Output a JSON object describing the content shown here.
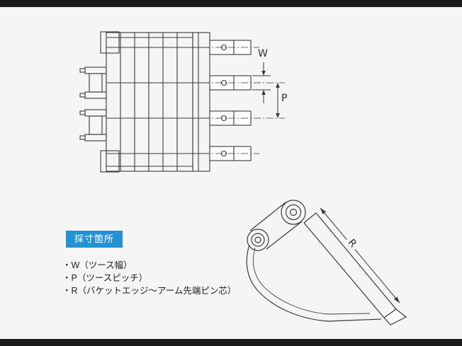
{
  "page": {
    "background": "#f5f5f5",
    "letterbox_color": "#1b1b1b",
    "drawing_line_color": "#3a3a3a"
  },
  "diagram": {
    "w_label": "W",
    "p_label": "P",
    "r_label": "R"
  },
  "legend": {
    "title": "採寸箇所",
    "title_bg": "#2492d1",
    "title_color": "#ffffff",
    "items": [
      "・W（ツース幅）",
      "・P（ツースピッチ）",
      "・R（バケットエッジ～アーム先端ピン芯）"
    ]
  }
}
